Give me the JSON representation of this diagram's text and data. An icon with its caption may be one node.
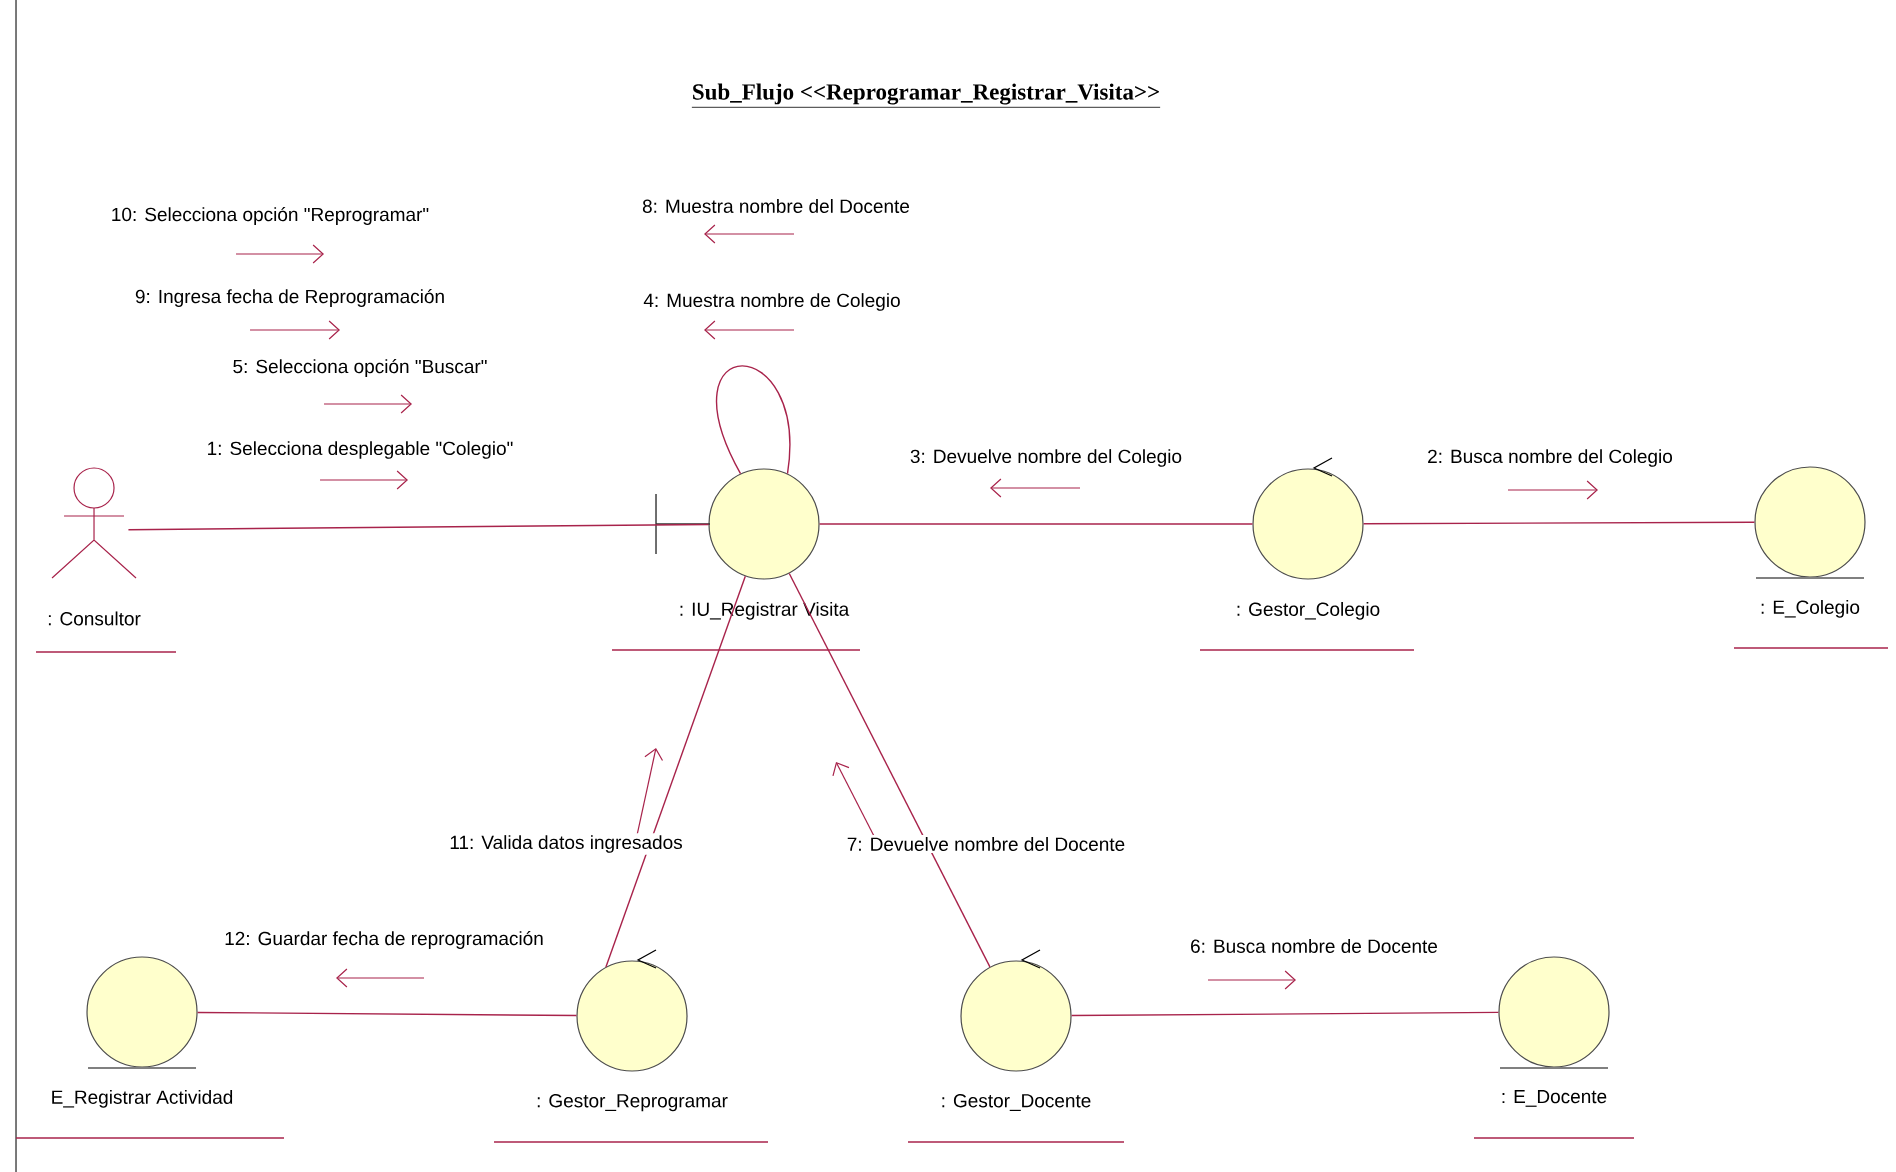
{
  "diagram": {
    "title": "Sub_Flujo <<Reprogramar_Registrar_Visita>>",
    "nodes": [
      {
        "text": [
          ": Consultor"
        ]
      },
      {
        "text": [
          ": IU_Registrar Visita"
        ]
      },
      {
        "text": [
          ": Gestor_Colegio"
        ]
      },
      {
        "text": [
          ": E_Colegio"
        ]
      },
      {
        "text": [
          "E_Registrar Actividad"
        ]
      },
      {
        "text": [
          ": Gestor_Reprogramar"
        ]
      },
      {
        "text": [
          ": Gestor_Docente"
        ]
      },
      {
        "text": [
          ": E_Docente"
        ]
      }
    ],
    "edges": [
      {
        "from": 0,
        "to": 1,
        "arrow": "none"
      },
      {
        "from": 1,
        "to": 1,
        "arrow": "none"
      },
      {
        "from": 1,
        "to": 2,
        "arrow": "none",
        "label": "3: Devuelve nombre del Colegio"
      },
      {
        "from": 2,
        "to": 3,
        "arrow": "none",
        "label": "2: Busca nombre del Colegio"
      },
      {
        "from": 1,
        "to": 5,
        "arrow": "none",
        "label": "11: Valida datos ingresados"
      },
      {
        "from": 1,
        "to": 6,
        "arrow": "none",
        "label": "7: Devuelve nombre del Docente"
      },
      {
        "from": 5,
        "to": 4,
        "arrow": "none",
        "label": "12: Guardar fecha de reprogramación"
      },
      {
        "from": 6,
        "to": 7,
        "arrow": "none",
        "label": "6: Busca nombre de Docente"
      }
    ],
    "labels": [
      "10: Selecciona opción \"Reprogramar\"",
      "8: Muestra nombre del Docente",
      "9: Ingresa fecha de Reprogramación",
      "4: Muestra nombre de Colegio",
      "5: Selecciona opción \"Buscar\"",
      "1: Selecciona desplegable \"Colegio\""
    ]
  }
}
